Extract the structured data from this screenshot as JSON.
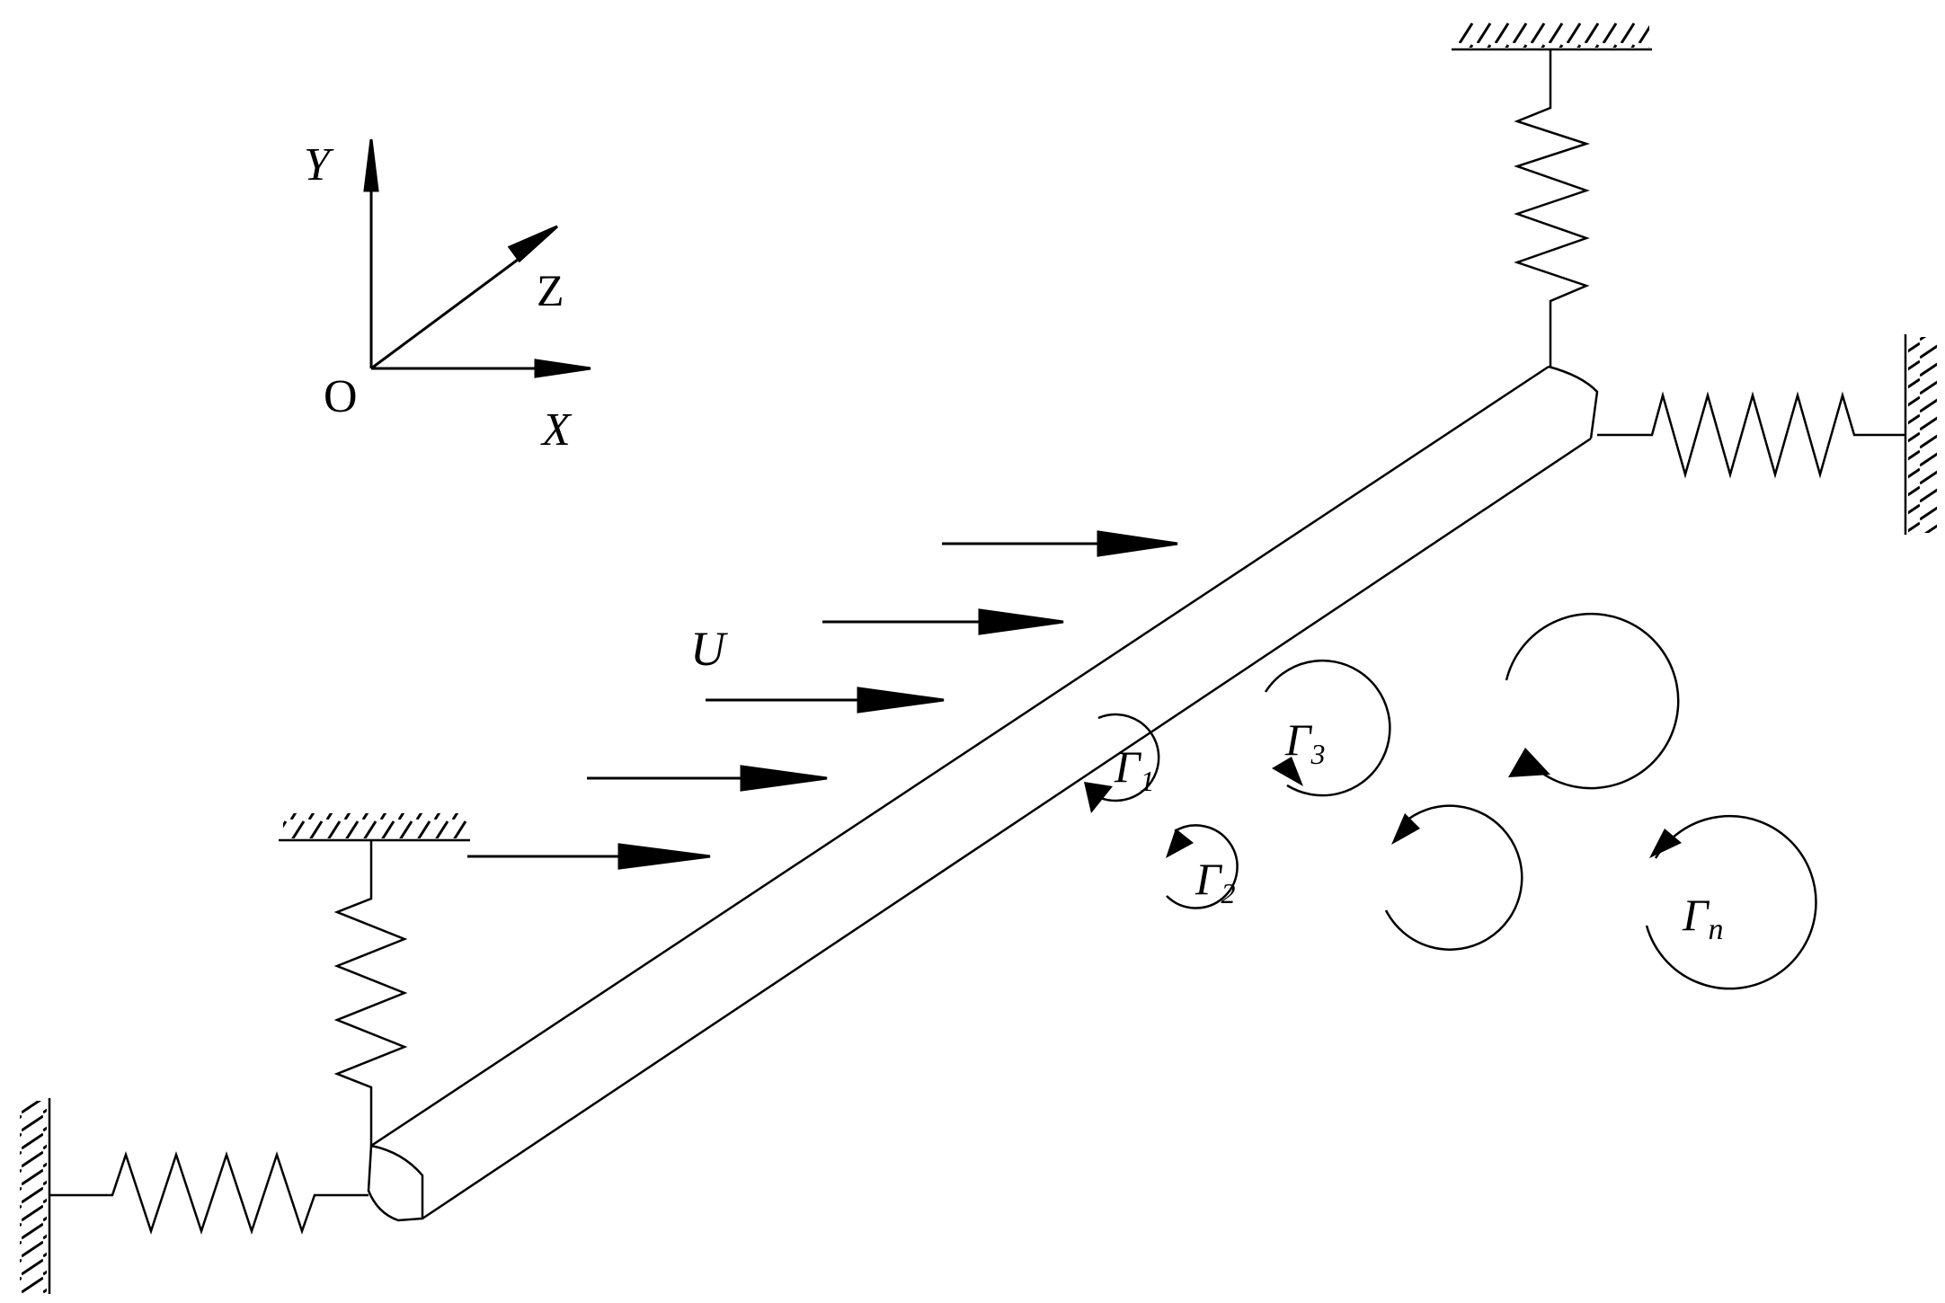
{
  "axes": {
    "origin": "O",
    "x": "X",
    "y": "Y",
    "z": "Z"
  },
  "flow": {
    "label": "U"
  },
  "vortices": {
    "g1": {
      "main": "Γ",
      "sub": "1"
    },
    "g2": {
      "main": "Γ",
      "sub": "2"
    },
    "g3": {
      "main": "Γ",
      "sub": "3"
    },
    "gn": {
      "main": "Γ",
      "sub": "n"
    }
  },
  "colors": {
    "stroke": "#000000",
    "background": "#ffffff"
  }
}
